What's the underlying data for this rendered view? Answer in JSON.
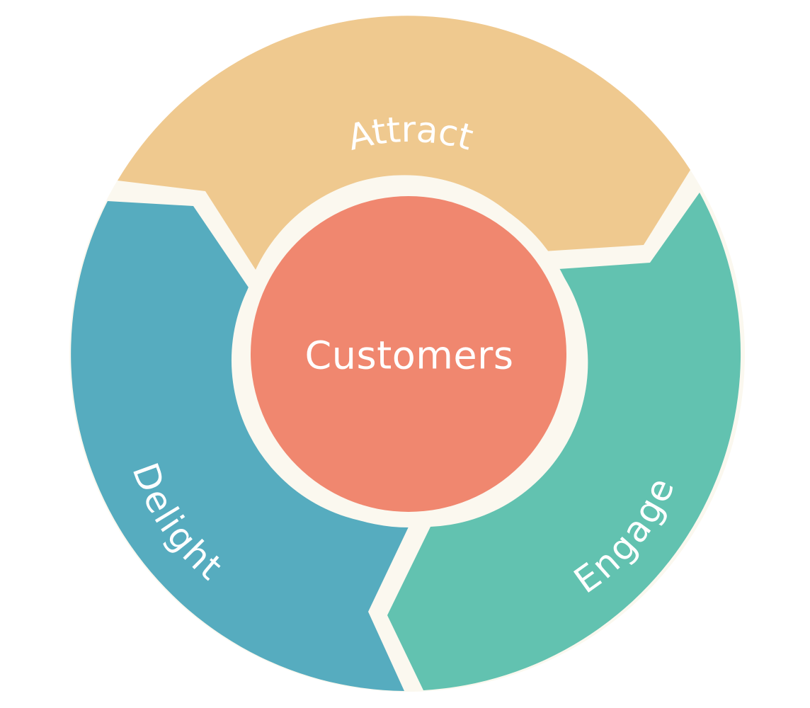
{
  "diagram": {
    "center": {
      "label": "Customers",
      "color": "#f0876f"
    },
    "segments": [
      {
        "id": "attract",
        "label": "Attract",
        "color": "#efc98f"
      },
      {
        "id": "engage",
        "label": "Engage",
        "color": "#62c2b0"
      },
      {
        "id": "delight",
        "label": "Delight",
        "color": "#56acbf"
      }
    ],
    "background_color": "#fbf8ef"
  }
}
